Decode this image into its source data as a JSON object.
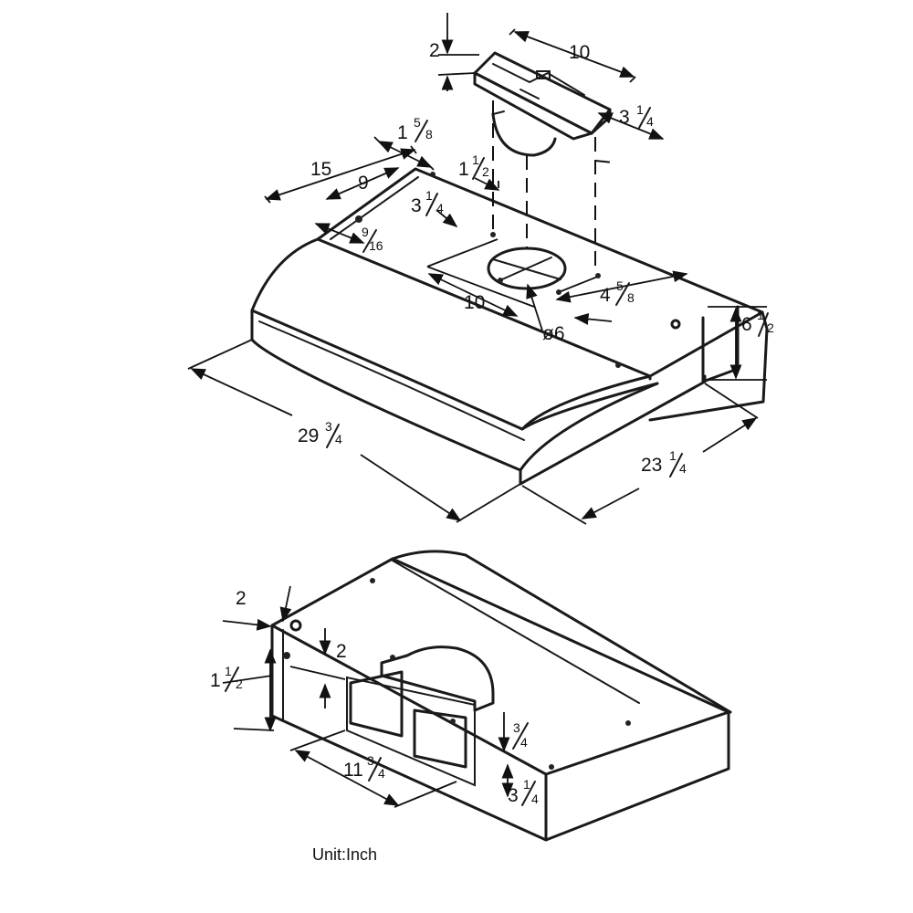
{
  "unit_label": "Unit:Inch",
  "top_view": {
    "blower_width": "10",
    "blower_height": "2",
    "blower_depth": {
      "whole": "3",
      "frac_num": "1",
      "frac_den": "4"
    },
    "rear_offset": {
      "whole": "1",
      "frac_num": "5",
      "frac_den": "8"
    },
    "hole_pitch_outer": "15",
    "hole_pitch_inner": "9",
    "side_offset": {
      "whole": "1",
      "frac_num": "1",
      "frac_den": "2"
    },
    "duct_offset": {
      "whole": "3",
      "frac_num": "1",
      "frac_den": "4"
    },
    "hole_inset": {
      "frac_num": "9",
      "frac_den": "16"
    },
    "cutout_width": "10",
    "cutout_depth": {
      "whole": "4",
      "frac_num": "5",
      "frac_den": "8"
    },
    "duct_diameter": "ø6",
    "hood_height": {
      "whole": "6",
      "frac_num": "1",
      "frac_den": "2"
    },
    "hood_width": {
      "whole": "29",
      "frac_num": "3",
      "frac_den": "4"
    },
    "hood_depth": {
      "whole": "23",
      "frac_num": "1",
      "frac_den": "4"
    }
  },
  "rear_view": {
    "side_offset": "2",
    "knockout_top": "2",
    "knockout_height_from_edge": {
      "whole": "1",
      "frac_num": "1",
      "frac_den": "2"
    },
    "knockout_width": {
      "whole": "11",
      "frac_num": "3",
      "frac_den": "4"
    },
    "knockout_bottom_offset": {
      "frac_num": "3",
      "frac_den": "4"
    },
    "knockout_height": {
      "whole": "3",
      "frac_num": "1",
      "frac_den": "4"
    }
  }
}
